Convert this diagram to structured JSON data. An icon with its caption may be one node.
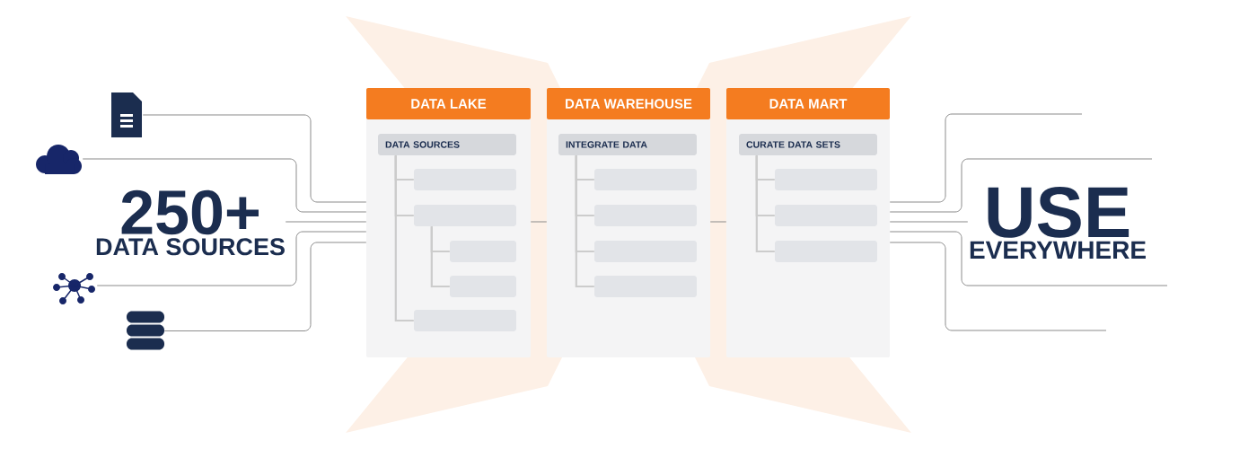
{
  "diagram": {
    "nodes": [
      {
        "text": [],
        "shape": "document"
      },
      {
        "text": [],
        "shape": "cloud"
      },
      {
        "text": [
          "250+",
          "DATA SOURCES"
        ]
      },
      {
        "text": [],
        "shape": "network"
      },
      {
        "text": [],
        "shape": "cylinder"
      },
      {
        "text": [
          "DATA LAKE"
        ]
      },
      {
        "text": [
          "DATA SOURCES"
        ],
        "in": 5
      },
      {
        "text": [],
        "shape": "bar",
        "in": 5
      },
      {
        "text": [],
        "shape": "bar",
        "in": 5
      },
      {
        "text": [],
        "shape": "bar",
        "in": 5
      },
      {
        "text": [],
        "shape": "bar",
        "in": 5
      },
      {
        "text": [],
        "shape": "bar",
        "in": 5
      },
      {
        "text": [
          "DATA WAREHOUSE"
        ]
      },
      {
        "text": [
          "INTEGRATE DATA"
        ],
        "in": 12
      },
      {
        "text": [],
        "shape": "bar",
        "in": 12
      },
      {
        "text": [],
        "shape": "bar",
        "in": 12
      },
      {
        "text": [],
        "shape": "bar",
        "in": 12
      },
      {
        "text": [],
        "shape": "bar",
        "in": 12
      },
      {
        "text": [
          "DATA MART"
        ]
      },
      {
        "text": [
          "CURATE DATA SETS"
        ],
        "in": 18
      },
      {
        "text": [],
        "shape": "bar",
        "in": 18
      },
      {
        "text": [],
        "shape": "bar",
        "in": 18
      },
      {
        "text": [],
        "shape": "bar",
        "in": 18
      },
      {
        "text": [
          "USE",
          "EVERYWHERE"
        ]
      }
    ],
    "edges": [
      {
        "from": 0,
        "to": 5,
        "arrow": "none"
      },
      {
        "from": 1,
        "to": 5,
        "arrow": "none"
      },
      {
        "from": 2,
        "to": 5,
        "arrow": "none"
      },
      {
        "from": 3,
        "to": 5,
        "arrow": "none"
      },
      {
        "from": 4,
        "to": 5,
        "arrow": "none"
      },
      {
        "from": 6,
        "to": 7,
        "arrow": "none",
        "color": "#cccccc"
      },
      {
        "from": 6,
        "to": 8,
        "arrow": "none",
        "color": "#cccccc"
      },
      {
        "from": 8,
        "to": 9,
        "arrow": "none",
        "color": "#cccccc"
      },
      {
        "from": 8,
        "to": 10,
        "arrow": "none",
        "color": "#cccccc"
      },
      {
        "from": 6,
        "to": 11,
        "arrow": "none",
        "color": "#cccccc"
      },
      {
        "from": 13,
        "to": 14,
        "arrow": "none",
        "color": "#cccccc"
      },
      {
        "from": 13,
        "to": 15,
        "arrow": "none",
        "color": "#cccccc"
      },
      {
        "from": 13,
        "to": 16,
        "arrow": "none",
        "color": "#cccccc"
      },
      {
        "from": 13,
        "to": 17,
        "arrow": "none",
        "color": "#cccccc"
      },
      {
        "from": 19,
        "to": 20,
        "arrow": "none",
        "color": "#cccccc"
      },
      {
        "from": 19,
        "to": 21,
        "arrow": "none",
        "color": "#cccccc"
      },
      {
        "from": 19,
        "to": 22,
        "arrow": "none",
        "color": "#cccccc"
      },
      {
        "from": 5,
        "to": 12,
        "arrow": "none"
      },
      {
        "from": 12,
        "to": 18,
        "arrow": "none"
      },
      {
        "from": 18,
        "to": null,
        "arrow": "none"
      },
      {
        "from": 18,
        "to": null,
        "arrow": "none"
      },
      {
        "from": 18,
        "to": 23,
        "arrow": "none"
      },
      {
        "from": 18,
        "to": null,
        "arrow": "none"
      },
      {
        "from": 18,
        "to": null,
        "arrow": "none"
      }
    ]
  }
}
